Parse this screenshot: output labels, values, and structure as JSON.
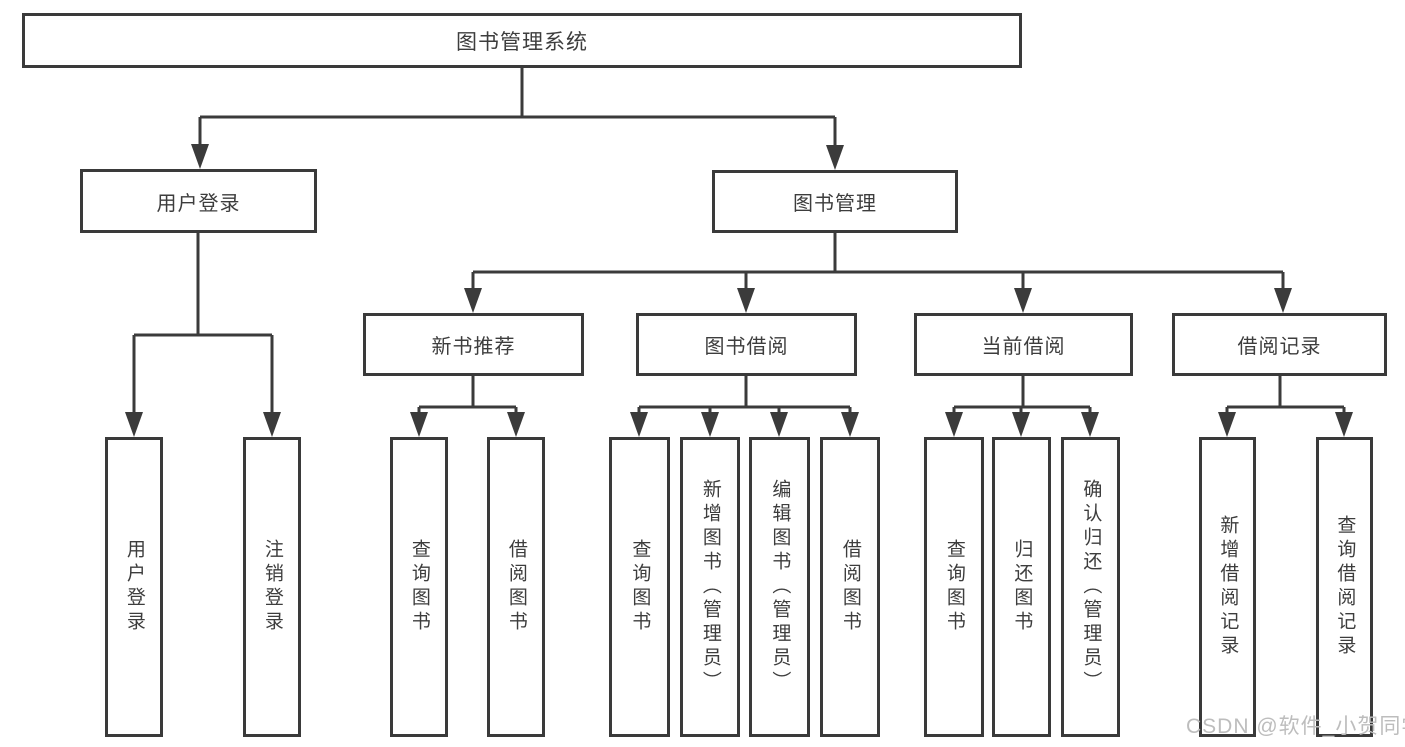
{
  "tree": {
    "label": "图书管理系统",
    "children": [
      {
        "label": "用户登录",
        "children": [
          {
            "label": "用户登录"
          },
          {
            "label": "注销登录"
          }
        ]
      },
      {
        "label": "图书管理",
        "children": [
          {
            "label": "新书推荐",
            "children": [
              {
                "label": "查询图书"
              },
              {
                "label": "借阅图书"
              }
            ]
          },
          {
            "label": "图书借阅",
            "children": [
              {
                "label": "查询图书"
              },
              {
                "label": "新增图书（管理员）"
              },
              {
                "label": "编辑图书（管理员）"
              },
              {
                "label": "借阅图书"
              }
            ]
          },
          {
            "label": "当前借阅",
            "children": [
              {
                "label": "查询图书"
              },
              {
                "label": "归还图书"
              },
              {
                "label": "确认归还（管理员）"
              }
            ]
          },
          {
            "label": "借阅记录",
            "children": [
              {
                "label": "新增借阅记录"
              },
              {
                "label": "查询借阅记录"
              }
            ]
          }
        ]
      }
    ]
  },
  "watermark": {
    "text": "CSDN @软件_小贺同学"
  },
  "colors": {
    "line": "#3b3b3b",
    "text": "#3d3d3d",
    "box_background": "#ffffff",
    "watermark": "#bdbdbd",
    "page_background": "#ffffff"
  }
}
